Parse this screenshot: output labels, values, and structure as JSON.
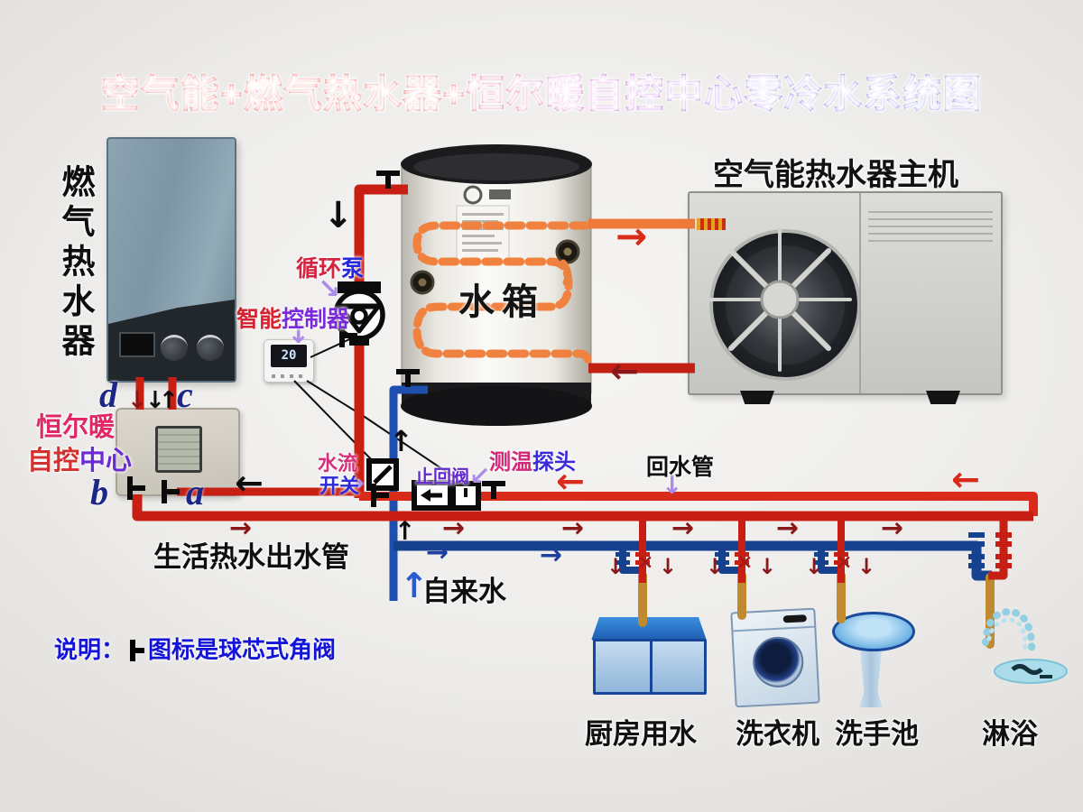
{
  "title": "空气能+燃气热水器+恒尔暖自控中心零冷水系统图",
  "labels": {
    "gas_heater": "燃气热水器",
    "heat_pump": "空气能热水器主机",
    "tank": "水箱",
    "control_center_line1": "恒尔暖",
    "control_center_line2a": "自控",
    "control_center_line2b": "中心",
    "pump_part1": "循环",
    "pump_part2": "泵",
    "thermostat_part1": "智能",
    "thermostat_part2": "控制器",
    "flow_switch_line1": "水流",
    "flow_switch_line2": "开关",
    "check_valve": "止回阀",
    "temp_probe_part1": "测温",
    "temp_probe_part2": "探头",
    "return_pipe": "回水管",
    "hot_water_out": "生活热水出水管",
    "tap_water": "自来水"
  },
  "ports": {
    "a": "a",
    "b": "b",
    "c": "c",
    "d": "d"
  },
  "thermostat_display": "20",
  "fixtures": [
    {
      "label": "厨房用水"
    },
    {
      "label": "洗衣机"
    },
    {
      "label": "洗手池"
    },
    {
      "label": "淋浴"
    }
  ],
  "note": {
    "prefix": "说明：",
    "suffix": "图标是球芯式角阀"
  },
  "icons": {
    "arrow_down": "↓",
    "arrow_up": "↑",
    "arrow_left": "←",
    "arrow_right": "→",
    "arrow_down_right": "↘",
    "arrow_down_left": "↙",
    "cross": "×"
  },
  "colors": {
    "hot_pipe": "#c81f14",
    "return_pipe": "#d92b1a",
    "cold_pipe": "#16418f",
    "coil": "#f0813f",
    "fixture_pipe": "#c08a30",
    "pointer": "#ab8ce8"
  }
}
